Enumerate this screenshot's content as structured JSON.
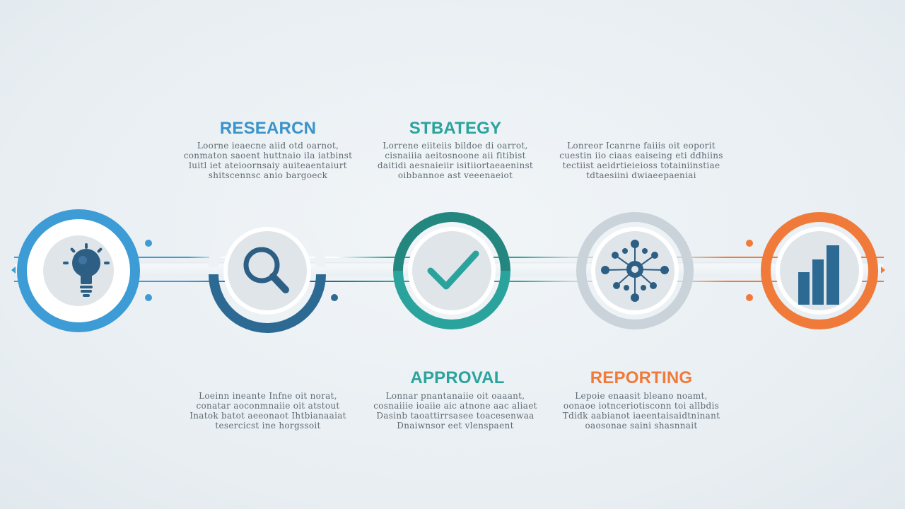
{
  "steps": [
    {
      "title": "RESEARCN",
      "title_color": "#3a93c9",
      "icon": "lightbulb-icon",
      "description": [
        "Loorne ieaecne aiid otd oarnot,",
        "conmaton saoent huttnaio ila iatbinst",
        "luitl iet ateioornsaiy auiteaentaiurt",
        "shitscennsc anio bargoeck"
      ]
    },
    {
      "title": "",
      "title_color": "#2d6a93",
      "icon": "magnifier-icon",
      "description": []
    },
    {
      "title": "STBATEGY",
      "title_color": "#2aa39c",
      "icon": "checkmark-icon",
      "description": [
        "Lorrene eiiteiis bildoe di oarrot,",
        "cisnaiiia aeitosnoone aii fitibist",
        "daitidi aesnaieiir isitiiortaeaeninst",
        "oibbannoe ast veeenaeiot"
      ]
    },
    {
      "title": "",
      "title_color": "#7f8f99",
      "icon": "network-icon",
      "description": [
        "Lonreor Icanrne faiiis oit eoporit",
        "cuestin iio ciaas eaiseing eti ddhiins",
        "tectiist aeidrtieieioss totainiinstiae",
        "tdtaesiini dwiaeepaeniai"
      ]
    },
    {
      "title": "",
      "title_color": "#f07a3a",
      "icon": "bar-chart-icon",
      "description": []
    }
  ],
  "lower_steps": [
    {
      "title": "",
      "title_color": "#3a93c9",
      "description": [
        "Loeinn ineante Infne oit norat,",
        "conatar aoconmnaiie oit atstout",
        "Inatok batot aeeonaot Ihtbianaaiat",
        "tesercicst ine horgssoit"
      ]
    },
    {
      "title": "APPROVAL",
      "title_color": "#2aa39c",
      "description": [
        "Lonnar pnantanaiie oit oaaant,",
        "cosnaiiie ioaiie aic atnone aac aliaet",
        "Dasinb taoattirrsasee toacesenwaa",
        "Dnaiwnsor eet vlenspaent"
      ]
    },
    {
      "title": "REPORTING",
      "title_color": "#f07a3a",
      "description": [
        "Lepoie enaasit bleano noamt,",
        "oonaoe iotnceriotisconn toi allbdis",
        "Tdidk aabianot iaeentaisaidtninant",
        "oaosonae saini shasnnait"
      ]
    }
  ],
  "colors": {
    "blue": "#3d9bd6",
    "navy": "#2d6a93",
    "teal": "#2aa39c",
    "gray": "#c9d3d9",
    "orange": "#f07a3a"
  }
}
